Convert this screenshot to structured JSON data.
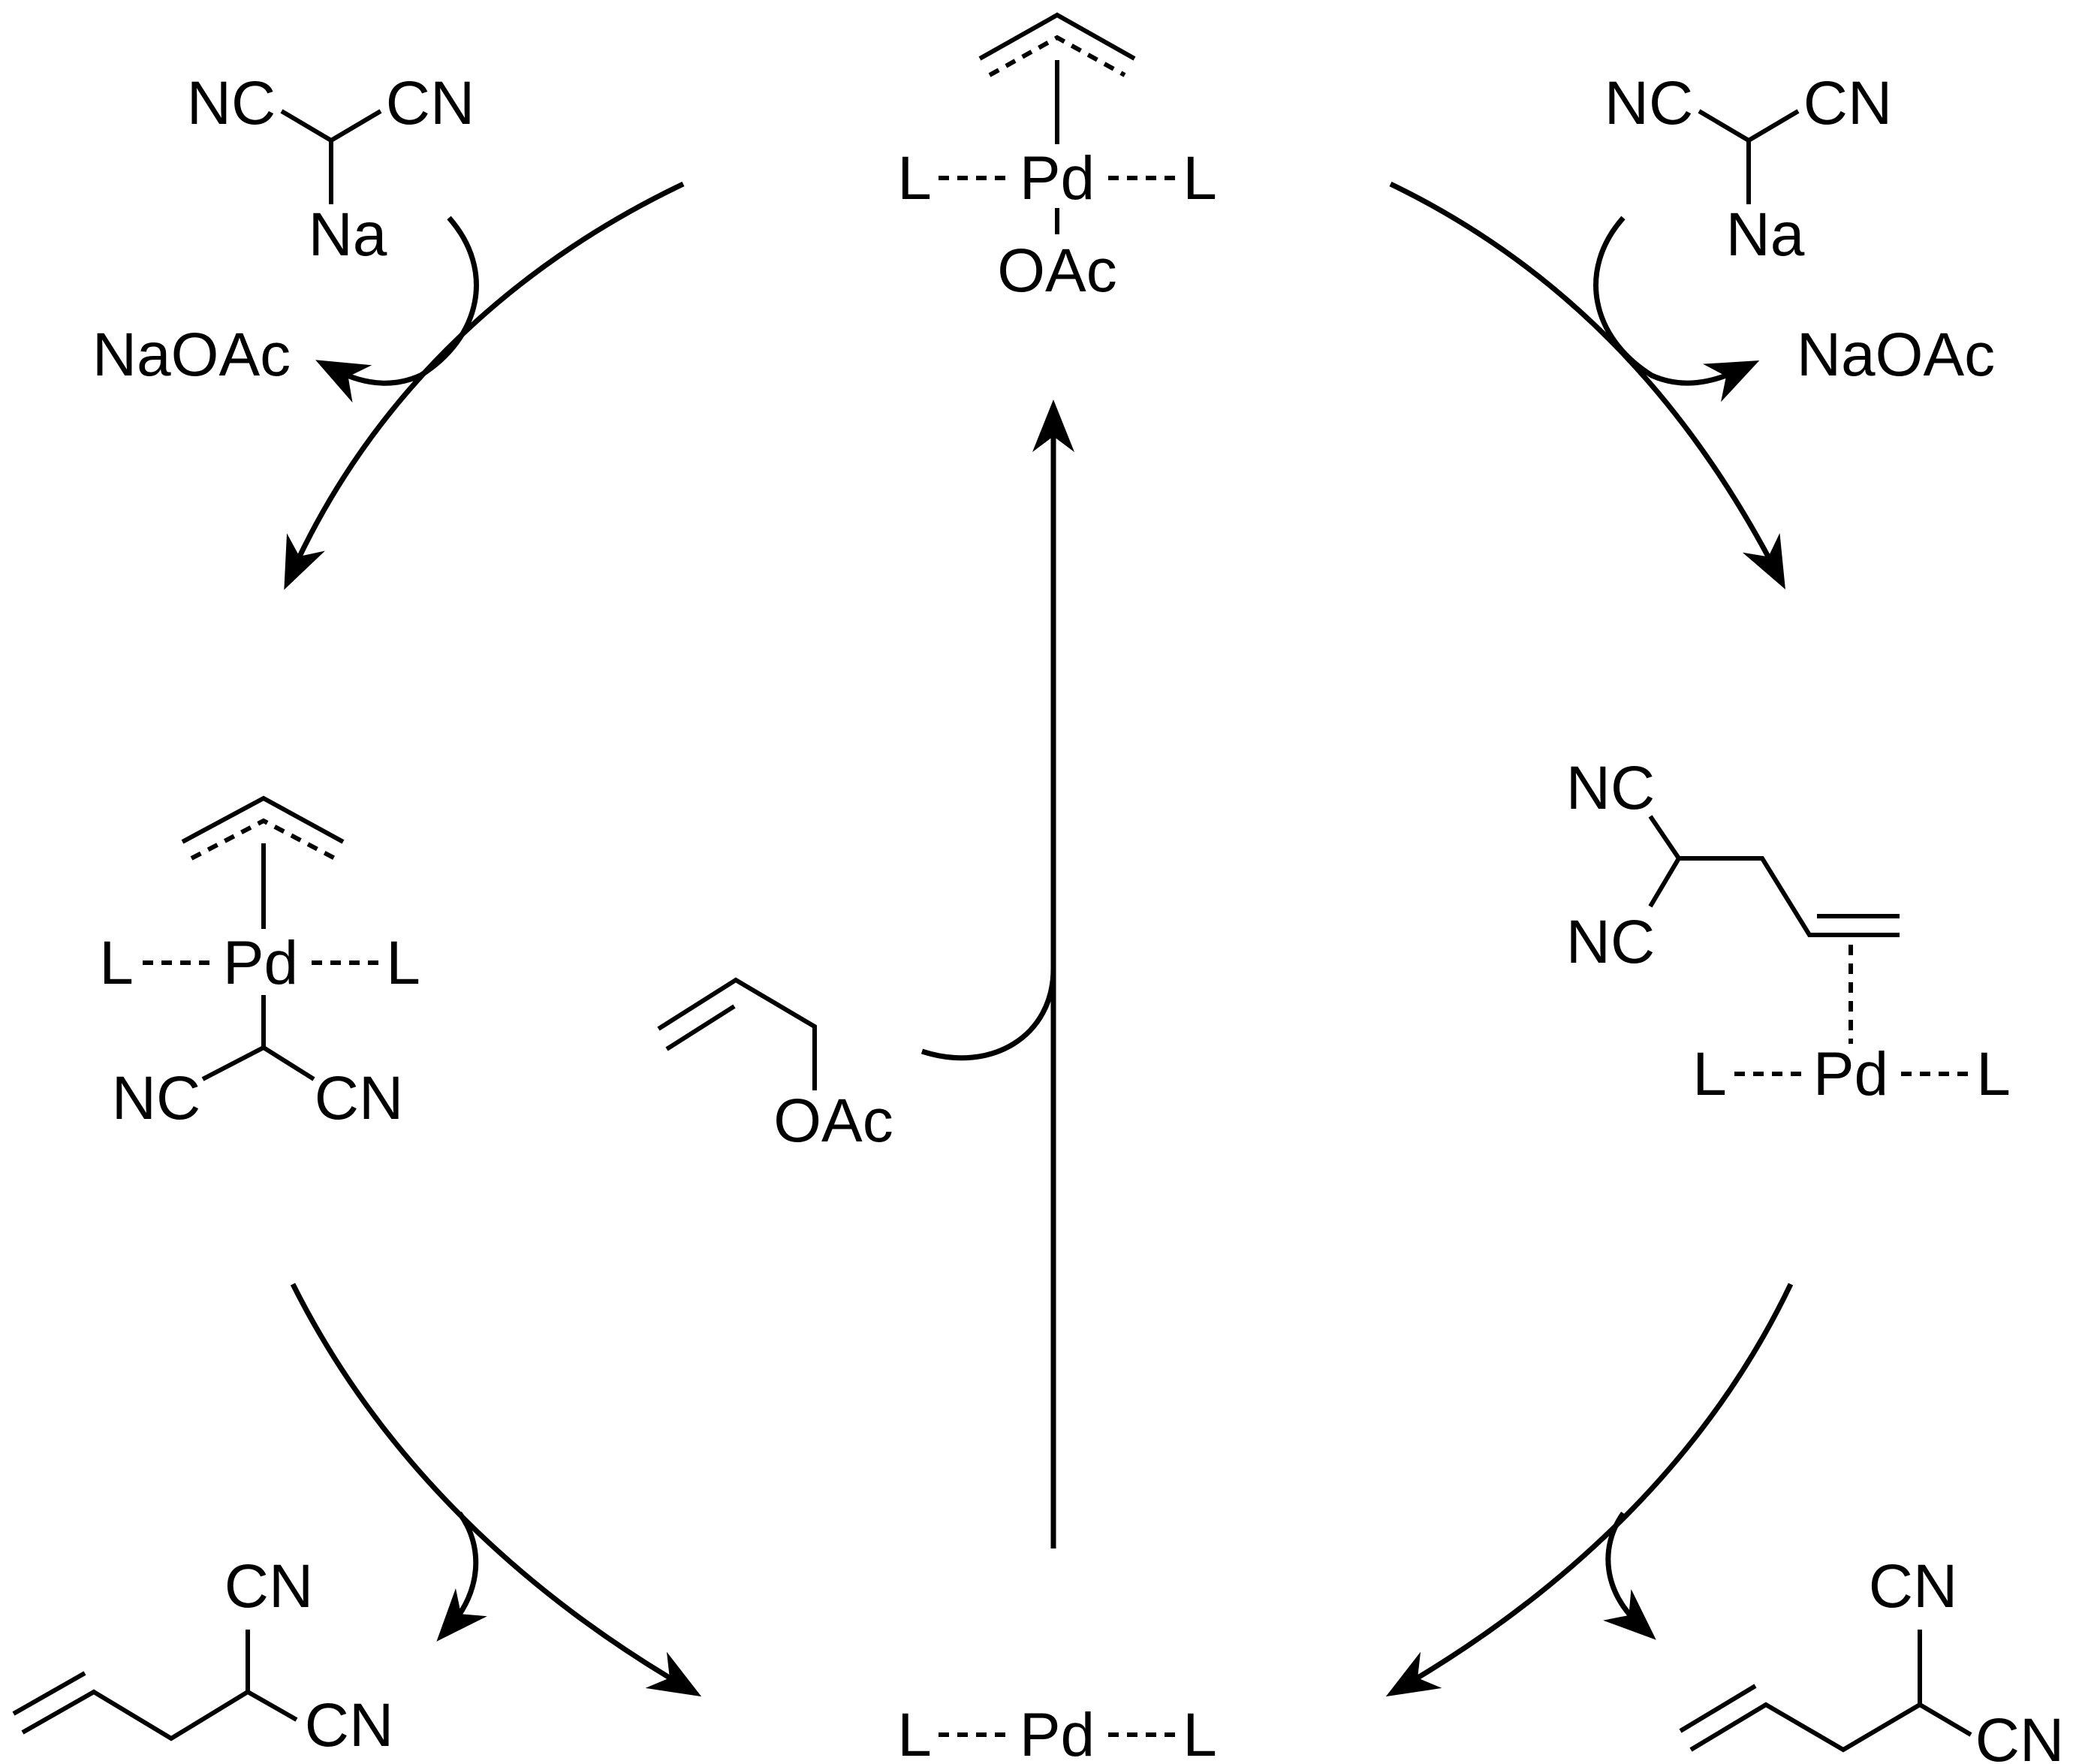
{
  "scheme": {
    "catalyst_top": {
      "left_ligand": "L",
      "metal": "Pd",
      "right_ligand": "L",
      "leaving": "OAc"
    },
    "catalyst_bottom": {
      "left_ligand": "L",
      "metal": "Pd",
      "right_ligand": "L"
    },
    "pd_malonyl": {
      "left_ligand": "L",
      "metal": "Pd",
      "right_ligand": "L",
      "cn_left": "NC",
      "cn_right": "CN"
    },
    "pd_olefin": {
      "nc_top": "NC",
      "nc_bottom": "NC",
      "left_ligand": "L",
      "metal": "Pd",
      "right_ligand": "L"
    },
    "nucleophile_left": {
      "nc": "NC",
      "cn": "CN",
      "na": "Na"
    },
    "nucleophile_right": {
      "nc": "NC",
      "cn": "CN",
      "na": "Na"
    },
    "byproduct_left": "NaOAc",
    "byproduct_right": "NaOAc",
    "allyl_acetate": {
      "oac": "OAc"
    },
    "product_left": {
      "cn_top": "CN",
      "cn_bottom": "CN"
    },
    "product_right": {
      "cn_top": "CN",
      "cn_bottom": "CN"
    }
  }
}
